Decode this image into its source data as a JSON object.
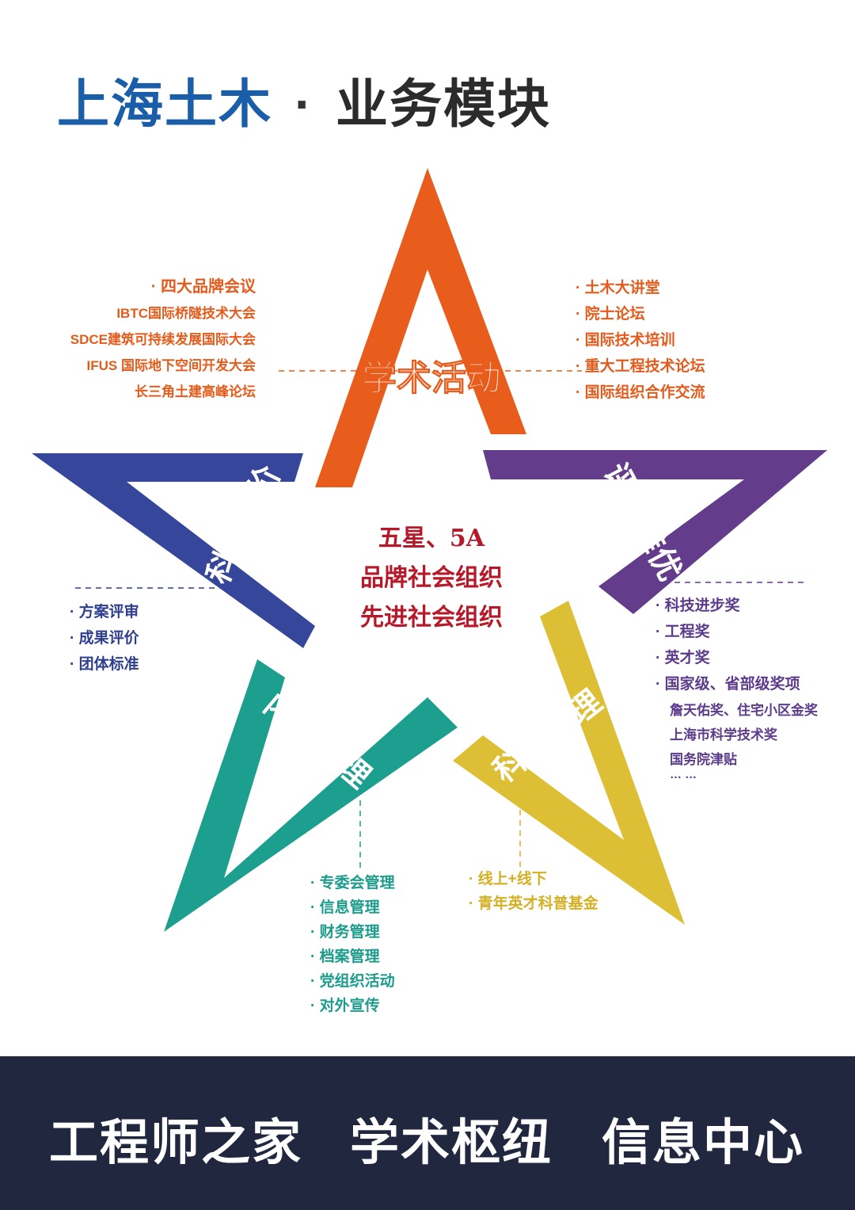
{
  "header": {
    "org": "上海土木",
    "separator": "·",
    "module": "业务模块"
  },
  "center": {
    "line1": "五星、5A",
    "line2": "品牌社会组织",
    "line3": "先进社会组织"
  },
  "arms": {
    "academic": {
      "label": "学术活动",
      "color": "#e85c1c"
    },
    "evaluation": {
      "label": "科技评价",
      "color": "#36469a"
    },
    "awards": {
      "label": "评奖推优",
      "color": "#633c8c"
    },
    "internal": {
      "label": "内部管理",
      "color": "#1c9f8f"
    },
    "science": {
      "label": "科普管理",
      "color": "#ddbf36"
    }
  },
  "academic_left": [
    "· 四大品牌会议",
    "IBTC国际桥隧技术大会",
    "SDCE建筑可持续发展国际大会",
    "IFUS 国际地下空间开发大会",
    "长三角土建高峰论坛"
  ],
  "academic_right": [
    "· 土木大讲堂",
    "· 院士论坛",
    "· 国际技术培训",
    "· 重大工程技术论坛",
    "· 国际组织合作交流"
  ],
  "evaluation_items": [
    "· 方案评审",
    "· 成果评价",
    "· 团体标准"
  ],
  "awards_items": [
    "· 科技进步奖",
    "· 工程奖",
    "· 英才奖",
    "· 国家级、省部级奖项",
    "詹天佑奖、住宅小区金奖",
    "上海市科学技术奖",
    "国务院津贴",
    "… …"
  ],
  "internal_items": [
    "· 专委会管理",
    "· 信息管理",
    "· 财务管理",
    "· 档案管理",
    "· 党组织活动",
    "· 对外宣传"
  ],
  "science_items": [
    "· 线上+线下",
    "· 青年英才科普基金"
  ],
  "footer": {
    "slogan1": "工程师之家",
    "slogan2": "学术枢纽",
    "slogan3": "信息中心"
  }
}
